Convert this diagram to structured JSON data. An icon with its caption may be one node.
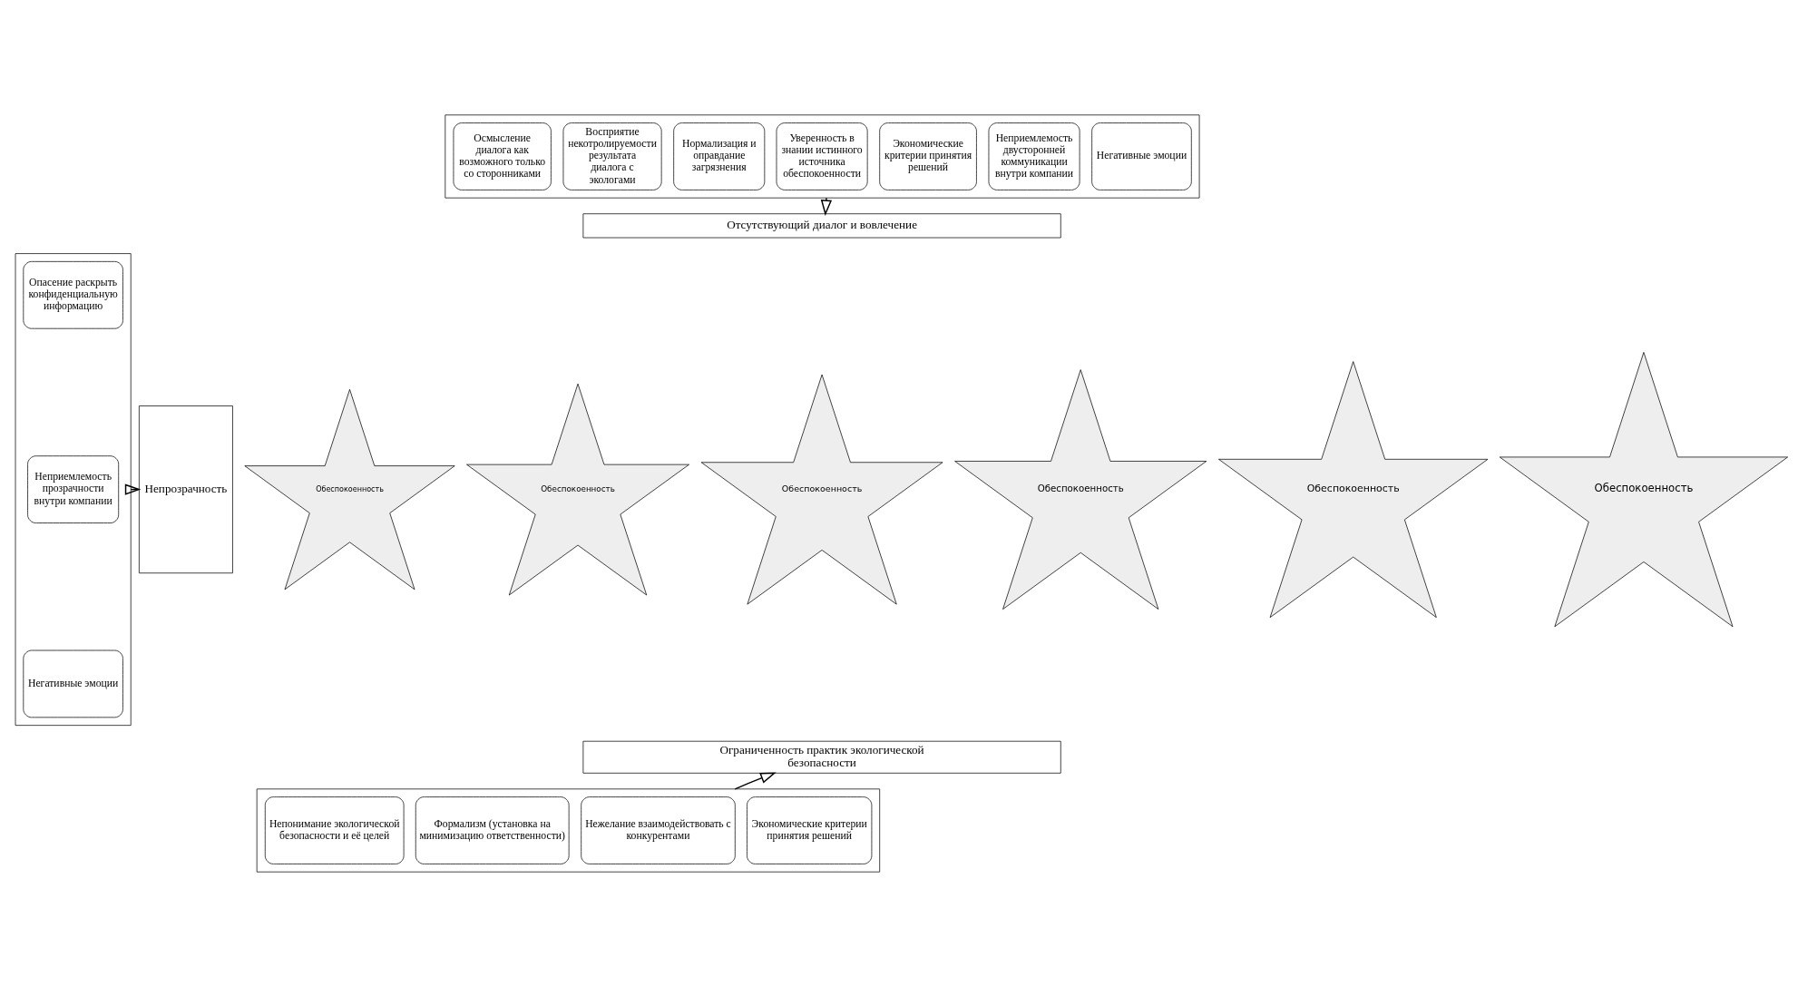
{
  "diagram": {
    "nodes": [
      {
        "text": [],
        "shape": "box"
      },
      {
        "text": [
          "Осмысление диалога как возможного только со сторонниками"
        ],
        "in": 0
      },
      {
        "text": [
          "Восприятие некотролируемости результата диалога с экологами"
        ],
        "in": 0
      },
      {
        "text": [
          "Нормализация и оправдание загрязнения"
        ],
        "in": 0
      },
      {
        "text": [
          "Уверенность в знании истинного источника обеспокоенности"
        ],
        "in": 0
      },
      {
        "text": [
          "Экономические критерии принятия решений"
        ],
        "in": 0
      },
      {
        "text": [
          "Неприемлемость двусторонней коммуникации внутри компании"
        ],
        "in": 0
      },
      {
        "text": [
          "Негативные эмоции"
        ],
        "in": 0
      },
      {
        "text": [
          "Отсутствующий диалог и вовлечение"
        ]
      },
      {
        "text": [],
        "shape": "box"
      },
      {
        "text": [
          "Опасение раскрыть конфиденциальную информацию"
        ],
        "in": 9
      },
      {
        "text": [
          "Неприемлемость прозрачности внутри компании"
        ],
        "in": 9
      },
      {
        "text": [
          "Негативные эмоции"
        ],
        "in": 9
      },
      {
        "text": [
          "Непрозрачность"
        ]
      },
      {
        "text": [
          "Обеспокоенность"
        ]
      },
      {
        "text": [
          "Обеспокоенность"
        ]
      },
      {
        "text": [
          "Обеспокоенность"
        ]
      },
      {
        "text": [
          "Обеспокоенность"
        ]
      },
      {
        "text": [
          "Обеспокоенность"
        ]
      },
      {
        "text": [
          "Обеспокоенность"
        ]
      },
      {
        "text": [
          "Ограниченность практик экологической безопасности"
        ]
      },
      {
        "text": [],
        "shape": "box"
      },
      {
        "text": [
          "Непонимание экологической безопасности и её целей"
        ],
        "in": 21
      },
      {
        "text": [
          "Формализм (установка на минимизацию ответственности)"
        ],
        "in": 21
      },
      {
        "text": [
          "Нежелание взаимодействовать с конкурентами"
        ],
        "in": 21
      },
      {
        "text": [
          "Экономические критерии принятия решений"
        ],
        "in": 21
      }
    ],
    "edges": [
      {
        "from": 0,
        "to": 8,
        "arrow": "to"
      },
      {
        "from": 9,
        "to": 13,
        "arrow": "to"
      },
      {
        "from": 21,
        "to": 20,
        "arrow": "to"
      }
    ]
  }
}
